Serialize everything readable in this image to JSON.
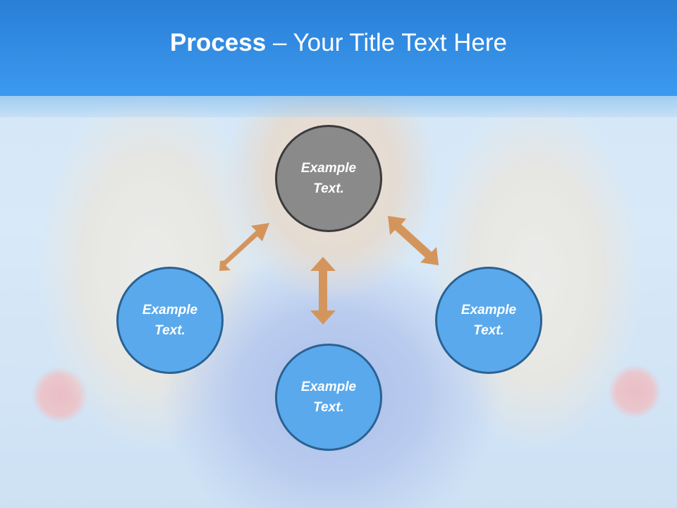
{
  "header": {
    "title_bold": "Process",
    "title_rest": " – Your Title Text Here"
  },
  "nodes": {
    "top": "Example Text.",
    "left": "Example Text.",
    "right": "Example Text.",
    "bottom": "Example Text."
  },
  "colors": {
    "header": "#3b9aef",
    "node_blue": "#5aa9ec",
    "node_gray": "#8a8a8a",
    "arrow": "#d4955c"
  }
}
